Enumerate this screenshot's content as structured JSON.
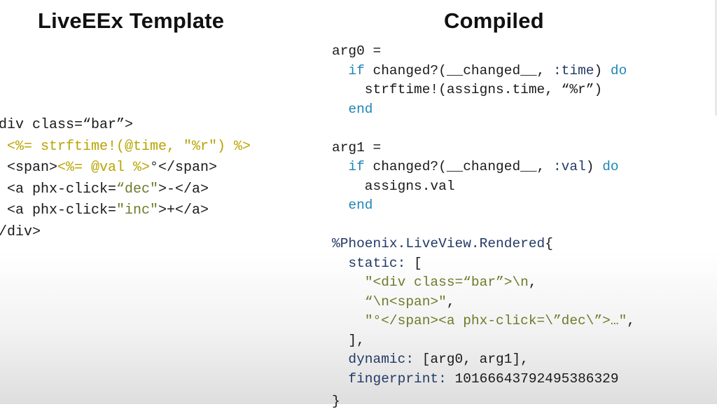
{
  "headings": {
    "left": "LiveEEx Template",
    "right": "Compiled"
  },
  "template_lines": [
    [
      {
        "t": "div class=“bar”>",
        "c": "plain"
      }
    ],
    [
      {
        "t": " <%= strftime!(@time, \"%r\") %>",
        "c": "tpl"
      }
    ],
    [
      {
        "t": " <span>",
        "c": "plain"
      },
      {
        "t": "<%= @val %>",
        "c": "tpl"
      },
      {
        "t": "°</span>",
        "c": "plain"
      }
    ],
    [
      {
        "t": " <a phx-click=",
        "c": "plain"
      },
      {
        "t": "“dec\"",
        "c": "str"
      },
      {
        "t": ">-</a>",
        "c": "plain"
      }
    ],
    [
      {
        "t": " <a phx-click=",
        "c": "plain"
      },
      {
        "t": "\"inc\"",
        "c": "str"
      },
      {
        "t": ">+</a>",
        "c": "plain"
      }
    ],
    [
      {
        "t": "/div>",
        "c": "plain"
      }
    ]
  ],
  "compiled_lines": [
    [
      {
        "t": "arg0 =",
        "c": "plain"
      }
    ],
    [
      {
        "t": "  ",
        "c": "plain"
      },
      {
        "t": "if",
        "c": "kw"
      },
      {
        "t": " changed?(__changed__, ",
        "c": "plain"
      },
      {
        "t": ":time",
        "c": "atom"
      },
      {
        "t": ") ",
        "c": "plain"
      },
      {
        "t": "do",
        "c": "kw"
      }
    ],
    [
      {
        "t": "    strftime!(assigns.time, “%r”)",
        "c": "plain"
      }
    ],
    [
      {
        "t": "  ",
        "c": "plain"
      },
      {
        "t": "end",
        "c": "kw"
      }
    ],
    [
      {
        "t": "",
        "c": "plain"
      }
    ],
    [
      {
        "t": "arg1 =",
        "c": "plain"
      }
    ],
    [
      {
        "t": "  ",
        "c": "plain"
      },
      {
        "t": "if",
        "c": "kw"
      },
      {
        "t": " changed?(__changed__, ",
        "c": "plain"
      },
      {
        "t": ":val",
        "c": "atom"
      },
      {
        "t": ") ",
        "c": "plain"
      },
      {
        "t": "do",
        "c": "kw"
      }
    ],
    [
      {
        "t": "    assigns.val",
        "c": "plain"
      }
    ],
    [
      {
        "t": "  ",
        "c": "plain"
      },
      {
        "t": "end",
        "c": "kw"
      }
    ],
    [
      {
        "t": "",
        "c": "plain"
      }
    ],
    [
      {
        "t": "%Phoenix.LiveView.Rendered",
        "c": "atom"
      },
      {
        "t": "{",
        "c": "plain"
      }
    ],
    [
      {
        "t": "  ",
        "c": "plain"
      },
      {
        "t": "static:",
        "c": "atom"
      },
      {
        "t": " [",
        "c": "plain"
      }
    ],
    [
      {
        "t": "    ",
        "c": "plain"
      },
      {
        "t": "\"<div class=“bar”>\\n",
        "c": "str"
      },
      {
        "t": ",",
        "c": "plain"
      }
    ],
    [
      {
        "t": "    ",
        "c": "plain"
      },
      {
        "t": "“\\n<span>\"",
        "c": "str"
      },
      {
        "t": ",",
        "c": "plain"
      }
    ],
    [
      {
        "t": "    ",
        "c": "plain"
      },
      {
        "t": "\"°</span><a phx-click=\\”dec\\”>…\"",
        "c": "str"
      },
      {
        "t": ",",
        "c": "plain"
      }
    ],
    [
      {
        "t": "  ],",
        "c": "plain"
      }
    ],
    [
      {
        "t": "  ",
        "c": "plain"
      },
      {
        "t": "dynamic:",
        "c": "atom"
      },
      {
        "t": " [arg0, arg1],",
        "c": "plain"
      }
    ],
    [
      {
        "t": "  ",
        "c": "plain"
      },
      {
        "t": "fingerprint:",
        "c": "atom"
      },
      {
        "t": " 10166643792495386329",
        "c": "plain"
      }
    ]
  ],
  "trailing_glyph": "}",
  "colors": {
    "keyword": "#1f86b8",
    "template_tag": "#b8a400",
    "string": "#6e7b2a",
    "atom": "#233a66",
    "text": "#1a1a1a"
  }
}
